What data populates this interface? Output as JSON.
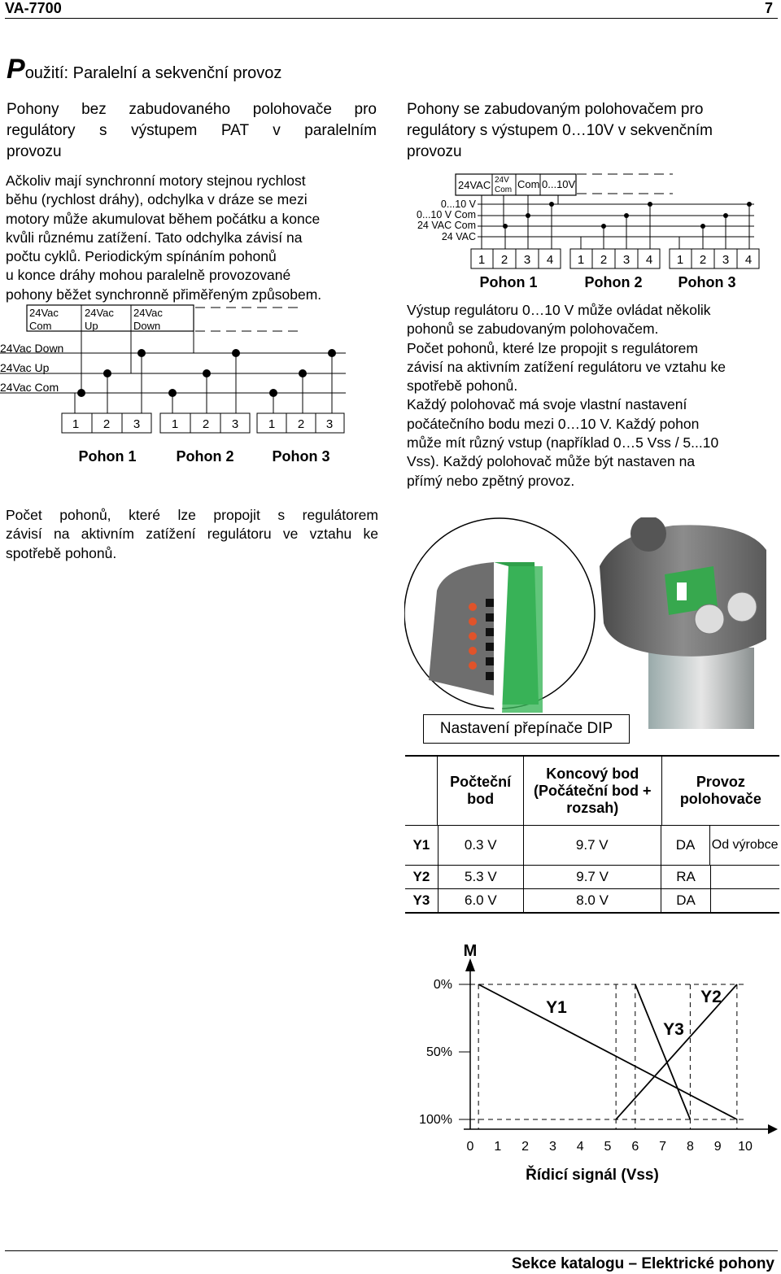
{
  "header": {
    "model": "VA-7700",
    "page_number": "7"
  },
  "title": {
    "initial": "P",
    "rest": "oužití: Paralelní a sekvenční provoz"
  },
  "left": {
    "heading": [
      "Pohony bez zabudovaného polohovače pro",
      "regulátory s výstupem PAT v paralelním",
      "provozu"
    ],
    "intro": [
      "Ačkoliv mají synchronní motory stejnou rychlost",
      "běhu (rychlost dráhy), odchylka v dráze se mezi",
      "motory může akumulovat během počátku a konce",
      "kvůli různému zatížení. Tato odchylka závisí na",
      "počtu cyklů. Periodickým spínáním pohonů",
      "u konce dráhy mohou paralelně provozované",
      "pohony běžet synchronně přiměřeným způsobem."
    ],
    "diagram": {
      "box_labels": [
        [
          "24Vac",
          "Com"
        ],
        [
          "24Vac",
          "Up"
        ],
        [
          "24Vac",
          "Down"
        ]
      ],
      "bus_labels": [
        "24Vac Down",
        "24Vac Up",
        "24Vac Com"
      ],
      "terminals": [
        "1",
        "2",
        "3"
      ],
      "drive_labels": [
        "Pohon 1",
        "Pohon 2",
        "Pohon 3"
      ]
    },
    "note": [
      "Počet pohonů, které lze propojit s regulátorem",
      "závisí na aktivním zatížení regulátoru ve vztahu ke",
      "spotřebě pohonů."
    ]
  },
  "right": {
    "heading": [
      "Pohony se zabudovaným polohovačem pro",
      "regulátory s výstupem 0…10V v sekvenčním",
      "provozu"
    ],
    "diagram": {
      "box_labels": [
        "24VAC",
        "24V",
        "Com",
        "Com",
        "0...10V"
      ],
      "bus_labels": [
        "0...10 V",
        "0...10 V Com",
        "24 VAC Com",
        "24 VAC"
      ],
      "terminals": [
        "1",
        "2",
        "3",
        "4"
      ],
      "drive_labels": [
        "Pohon 1",
        "Pohon 2",
        "Pohon 3"
      ]
    },
    "text": [
      "Výstup regulátoru 0…10 V může ovládat několik",
      "pohonů se zabudovaným polohovačem.",
      "Počet pohonů, které lze propojit s regulátorem",
      "závisí na aktivním zatížení regulátoru ve vztahu ke",
      "spotřebě pohonů.",
      "Každý polohovač má svoje vlastní nastavení",
      "počátečního bodu mezi 0…10 V. Každý pohon",
      "může mít různý vstup (například 0…5 Vss / 5...10",
      "Vss). Každý  polohovač může být nastaven na",
      "přímý nebo zpětný provoz."
    ],
    "dip_label": "Nastavení přepínače DIP",
    "table": {
      "headers": [
        "Počteční bod",
        "Koncový bod (Počáteční bod + rozsah)",
        "Provoz polohovače"
      ],
      "rows": [
        {
          "id": "Y1",
          "start": "0.3 V",
          "end": "9.7 V",
          "mode": "DA",
          "note": "Od výrobce"
        },
        {
          "id": "Y2",
          "start": "5.3 V",
          "end": "9.7 V",
          "mode": "RA",
          "note": ""
        },
        {
          "id": "Y3",
          "start": "6.0 V",
          "end": "8.0 V",
          "mode": "DA",
          "note": ""
        }
      ]
    }
  },
  "chart_data": {
    "type": "line",
    "title": "",
    "ylabel": "M",
    "xlabel": "Řídicí signál (Vss)",
    "xlim": [
      0,
      10
    ],
    "x_ticks": [
      "0",
      "1",
      "2",
      "3",
      "4",
      "5",
      "6",
      "7",
      "8",
      "9",
      "10"
    ],
    "y_ticks": [
      "0%",
      "50%",
      "100%"
    ],
    "series": [
      {
        "name": "Y1",
        "points": [
          [
            0.3,
            0
          ],
          [
            9.7,
            100
          ]
        ]
      },
      {
        "name": "Y2",
        "points": [
          [
            5.3,
            100
          ],
          [
            9.7,
            0
          ]
        ]
      },
      {
        "name": "Y3",
        "points": [
          [
            6.0,
            0
          ],
          [
            8.0,
            100
          ]
        ]
      }
    ]
  },
  "footer": {
    "text": "Sekce katalogu – Elektrické pohony"
  }
}
